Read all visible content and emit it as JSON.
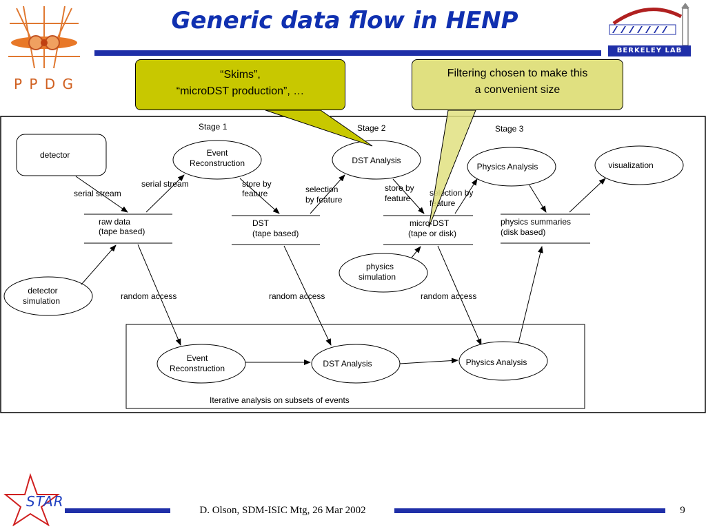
{
  "slide": {
    "title": "Generic data flow in HENP",
    "footer": "D. Olson, SDM-ISIC Mtg, 26 Mar 2002",
    "page_number": "9",
    "accent_color": "#1f2fa8",
    "title_color": "#1030b0"
  },
  "logos": {
    "ppdg": "P P D G",
    "berkeley": "BERKELEY LAB",
    "star": "STAR"
  },
  "callouts": {
    "skims_line1": "“Skims”,",
    "skims_line2": "“microDST production”, …",
    "filter_line1": "Filtering chosen to make this",
    "filter_line2": "a convenient size",
    "skims_color": "#c8c800",
    "filter_color": "#e0e080"
  },
  "diagram": {
    "stage1": "Stage 1",
    "stage2": "Stage 2",
    "stage3": "Stage 3",
    "detector": "detector",
    "detector_sim_1": "detector",
    "detector_sim_2": "simulation",
    "event_reco_1": "Event",
    "event_reco_2": "Reconstruction",
    "dst_analysis": "DST Analysis",
    "physics_analysis": "Physics Analysis",
    "visualization": "visualization",
    "physics_sim_1": "physics",
    "physics_sim_2": "simulation",
    "raw_data_1": "raw data",
    "raw_data_2": "(tape based)",
    "dst_1": "DST",
    "dst_2": "(tape based)",
    "micro_dst_1": "micro-DST",
    "micro_dst_2": "(tape or disk)",
    "phys_sum_1": "physics summaries",
    "phys_sum_2": "(disk based)",
    "serial_stream_a": "serial stream",
    "serial_stream_b": "serial stream",
    "store_by_a1": "store by",
    "store_by_a2": "feature",
    "selection_a1": "selection",
    "selection_a2": "by feature",
    "store_by_b1": "store by",
    "store_by_b2": "feature",
    "selection_b1": "selection by",
    "selection_b2": "feature",
    "random_access_1": "random access",
    "random_access_2": "random access",
    "random_access_3": "random access",
    "iter_event_1": "Event",
    "iter_event_2": "Reconstruction",
    "iter_dst": "DST Analysis",
    "iter_physics": "Physics Analysis",
    "iterative_label": "Iterative analysis on subsets of events"
  }
}
